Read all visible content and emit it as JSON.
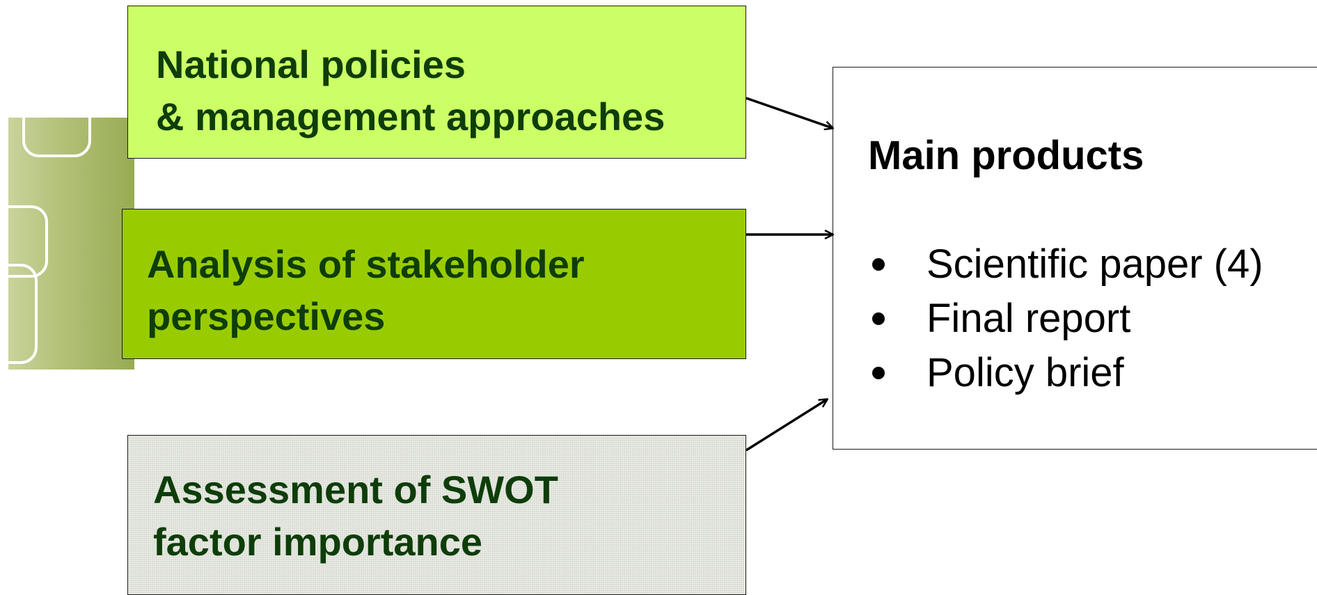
{
  "diagram": {
    "inputs": [
      {
        "id": "policies",
        "label": "National policies\n& management approaches",
        "color": "#ccff66"
      },
      {
        "id": "stakeholders",
        "label": "Analysis of stakeholder\nperspectives",
        "color": "#99cc00"
      },
      {
        "id": "swot",
        "label": "Assessment of SWOT\nfactor importance",
        "color": "#d9dcd2"
      }
    ],
    "output": {
      "title": "Main products",
      "items": [
        "Scientific paper (4)",
        "Final report",
        "Policy brief"
      ]
    },
    "colors": {
      "text_dark_green": "#0e3d0a",
      "border": "#1a1a1a"
    }
  }
}
